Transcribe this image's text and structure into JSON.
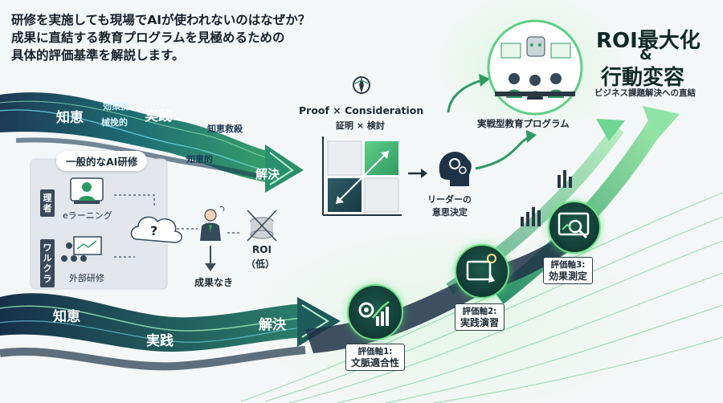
{
  "intro": {
    "line1": "研修を実施しても現場でAIが使われないのはなぜか？",
    "line2": "成果に直結する教育プログラムを見極めるための",
    "line3": "具体的評価基準を解説します。"
  },
  "top_ribbon": {
    "label_chie": "知恵",
    "label_jissen": "実践",
    "label_kaiketsu": "解決",
    "small_labels": [
      "効策挽",
      "械挽的",
      "知恵救殺",
      "知恵的"
    ]
  },
  "general_training": {
    "title": "一般的なAI研修",
    "side_label_1": "理者",
    "side_label_2": "ワルクラ",
    "item_elearning": "eラーニング",
    "item_external": "外部研修",
    "question_mark": "?",
    "result_label": "成果なき",
    "roi_label_1": "ROI",
    "roi_label_2": "（低）"
  },
  "proof": {
    "title": "Proof × Consideration",
    "subtitle": "証明 × 検討",
    "leader_1": "リーダーの",
    "leader_2": "意思決定"
  },
  "program": {
    "label": "実戦型教育プログラム"
  },
  "headline": {
    "roi": "ROI最大化",
    "amp": "&",
    "change": "行動変容",
    "sub": "ビジネス課題解決への直結"
  },
  "bottom_ribbon": {
    "label_chie": "知恵",
    "label_jissen": "実践",
    "label_kaiketsu": "解決"
  },
  "axes": [
    {
      "line1": "評価軸1:",
      "line2": "文脈適合性"
    },
    {
      "line1": "評価軸2:",
      "line2": "実践演習"
    },
    {
      "line1": "評価軸3:",
      "line2": "効果測定"
    }
  ],
  "colors": {
    "navy": "#1f3347",
    "teal": "#1c6f73",
    "green": "#4fc07a",
    "light_green": "#8fe3a5",
    "card_bg": "#e3e7ec"
  }
}
